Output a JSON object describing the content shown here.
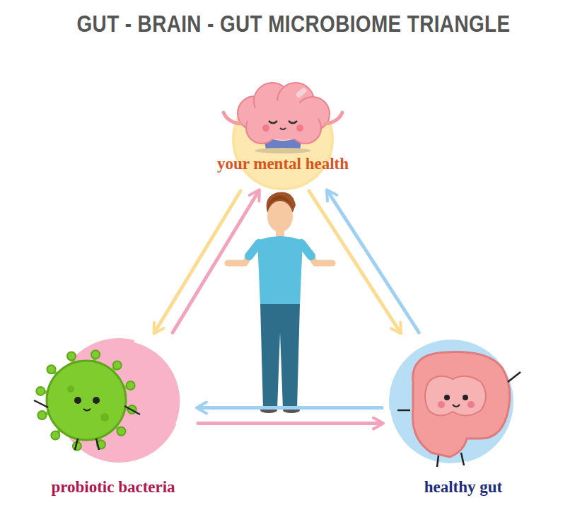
{
  "diagram": {
    "title": "GUT - BRAIN - GUT MICROBIOME TRIANGLE",
    "nodes": [
      {
        "text": [
          "your mental health"
        ]
      },
      {
        "text": [
          "probiotic bacteria"
        ]
      },
      {
        "text": [
          "healthy gut"
        ]
      }
    ],
    "edges": [
      {
        "from": 1,
        "to": 0,
        "arrow": "to"
      },
      {
        "from": 0,
        "to": 1,
        "arrow": "to"
      },
      {
        "from": 0,
        "to": 2,
        "arrow": "to"
      },
      {
        "from": 2,
        "to": 0,
        "arrow": "to"
      },
      {
        "from": 1,
        "to": 2,
        "arrow": "to"
      },
      {
        "from": 2,
        "to": 1,
        "arrow": "to"
      }
    ]
  }
}
